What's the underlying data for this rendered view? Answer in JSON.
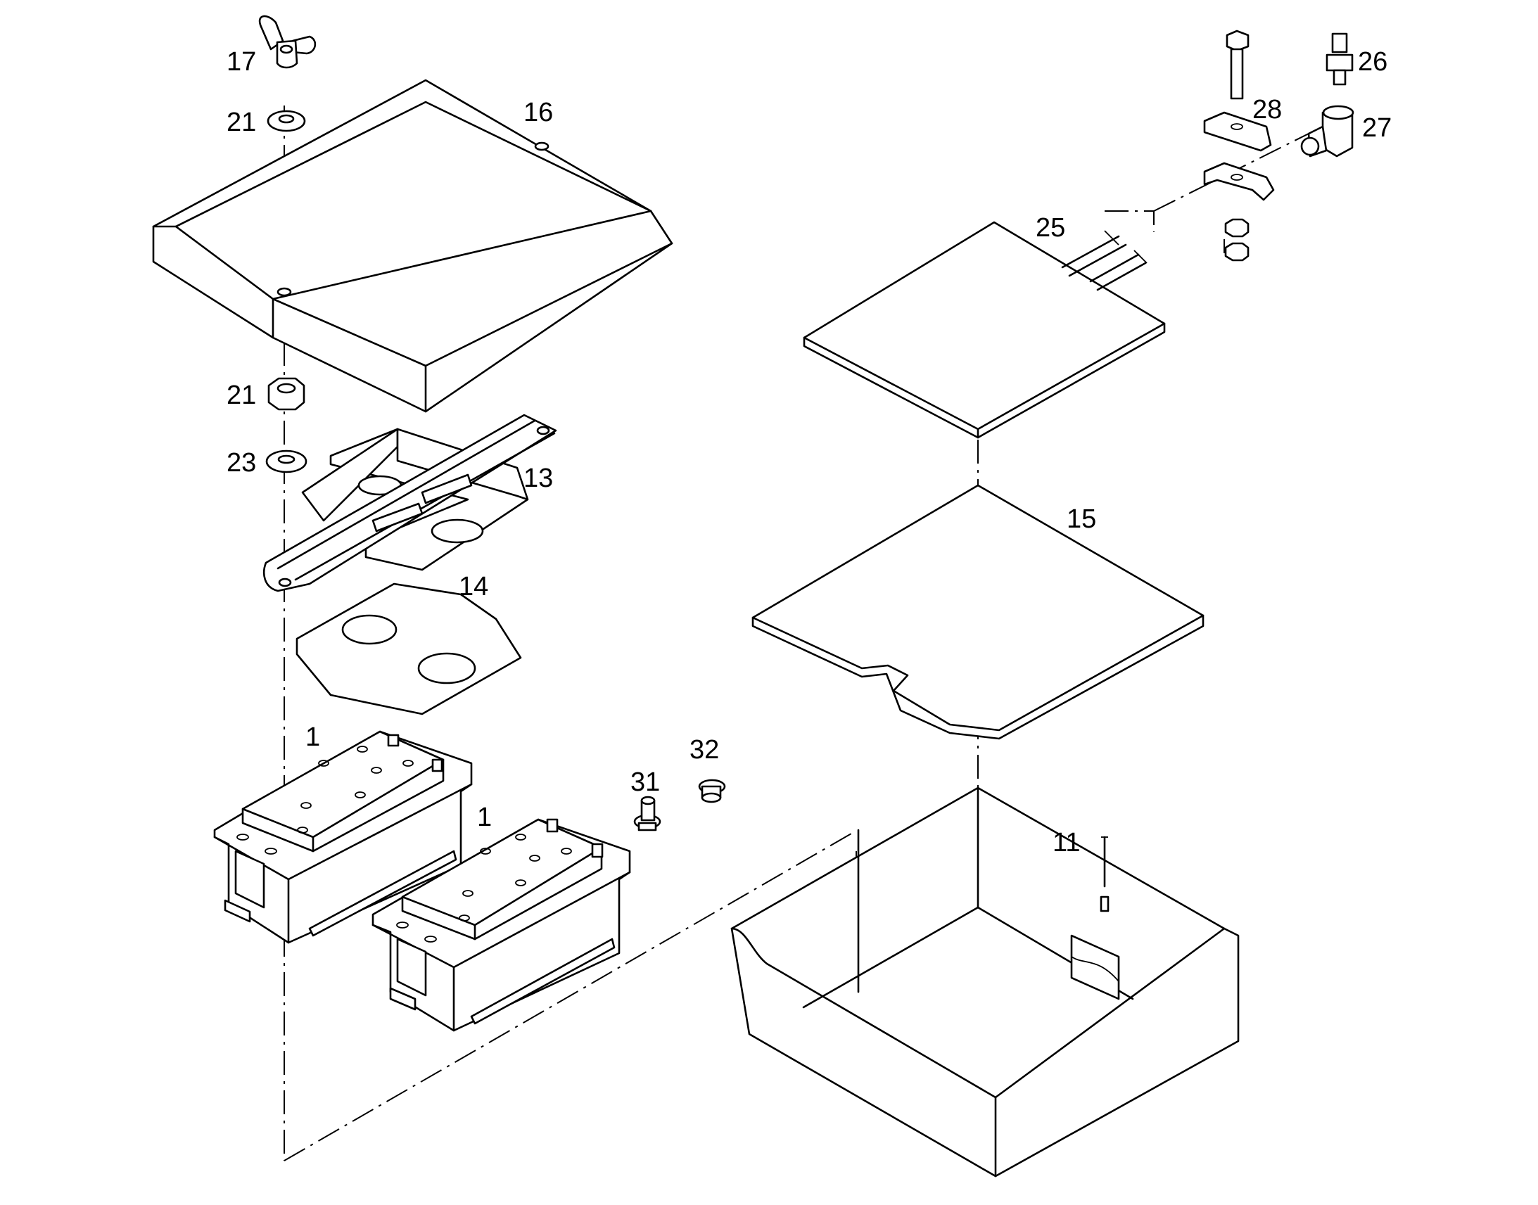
{
  "diagram": {
    "callouts": [
      {
        "id": "17",
        "text": "17"
      },
      {
        "id": "21a",
        "text": "21"
      },
      {
        "id": "16",
        "text": "16"
      },
      {
        "id": "21b",
        "text": "21"
      },
      {
        "id": "23",
        "text": "23"
      },
      {
        "id": "13",
        "text": "13"
      },
      {
        "id": "14",
        "text": "14"
      },
      {
        "id": "1a",
        "text": "1"
      },
      {
        "id": "1b",
        "text": "1"
      },
      {
        "id": "31",
        "text": "31"
      },
      {
        "id": "32",
        "text": "32"
      },
      {
        "id": "26",
        "text": "26"
      },
      {
        "id": "28",
        "text": "28"
      },
      {
        "id": "27",
        "text": "27"
      },
      {
        "id": "25",
        "text": "25"
      },
      {
        "id": "15",
        "text": "15"
      },
      {
        "id": "11",
        "text": "11"
      }
    ]
  }
}
